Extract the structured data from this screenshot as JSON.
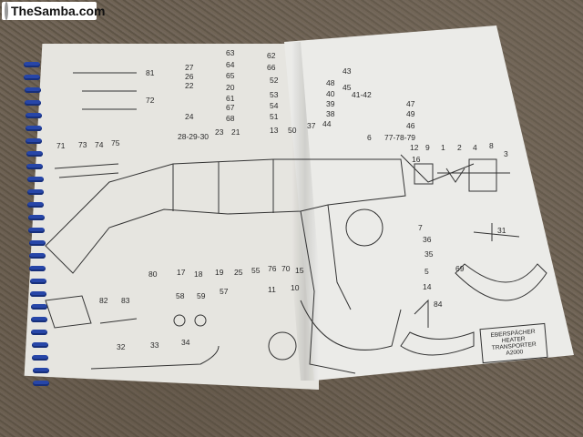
{
  "watermark": "TheSamba.com",
  "plate": {
    "line1": "EBERSPÄCHER HEATER",
    "line2": "TRANSPORTER",
    "line3": "A2000"
  },
  "labels": [
    "81",
    "72",
    "27",
    "26",
    "22",
    "24",
    "63",
    "64",
    "65",
    "20",
    "61",
    "67",
    "68",
    "62",
    "66",
    "52",
    "53",
    "54",
    "51",
    "43",
    "48",
    "40",
    "45",
    "41-42",
    "39",
    "38",
    "47",
    "49",
    "46",
    "37",
    "44",
    "50",
    "13",
    "6",
    "77-78-79",
    "12",
    "16",
    "9",
    "1",
    "2",
    "4",
    "8",
    "3",
    "28-29-30",
    "23",
    "21",
    "71",
    "73",
    "74",
    "75",
    "80",
    "17",
    "18",
    "19",
    "25",
    "55",
    "76",
    "70",
    "15",
    "10",
    "7",
    "36",
    "35",
    "5",
    "14",
    "31",
    "69",
    "84",
    "82",
    "83",
    "58",
    "59",
    "57",
    "11",
    "32",
    "33",
    "34"
  ]
}
